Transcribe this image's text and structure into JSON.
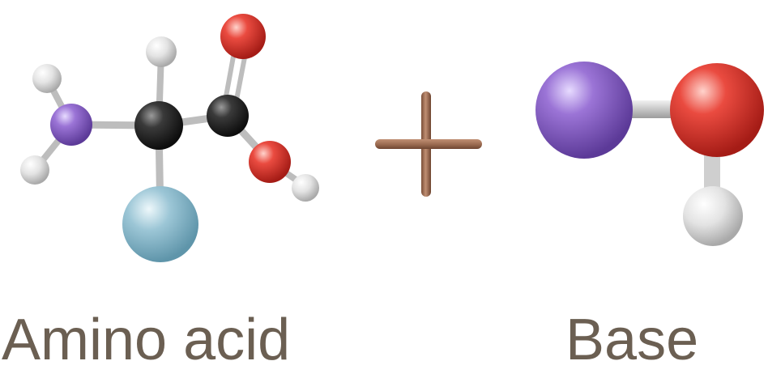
{
  "labels": {
    "left": "Amino acid",
    "right": "Base"
  },
  "colors": {
    "label_text": "#6b5f52",
    "plus_sign": "#9a6a50",
    "nitrogen_atom": "#8e67c6",
    "carbon_atom": "#2b2b2b",
    "oxygen_atom": "#e0443a",
    "hydrogen_atom": "#e7e7e7",
    "side_chain": "#98c3d3",
    "bond": "#c9c9c9"
  },
  "molecules": [
    {
      "name": "amino-acid",
      "atoms": [
        "N",
        "H",
        "H",
        "C",
        "H",
        "R",
        "C",
        "O",
        "O",
        "H"
      ]
    },
    {
      "name": "base",
      "atoms": [
        "N",
        "O",
        "H"
      ]
    }
  ],
  "operator": "plus"
}
